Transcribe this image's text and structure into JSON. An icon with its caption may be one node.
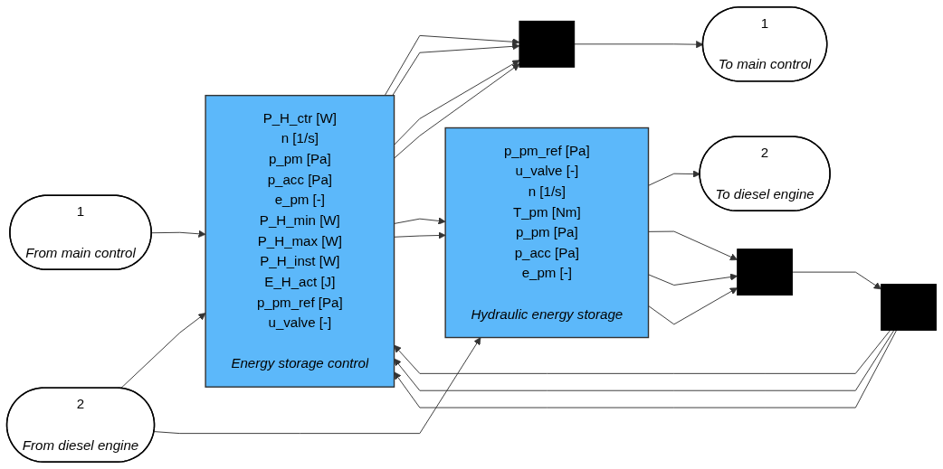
{
  "diagram": {
    "nodes": [
      {
        "text": [
          "1",
          "From main control"
        ]
      },
      {
        "text": [
          "2",
          "From diesel engine"
        ]
      },
      {
        "text": [],
        "shape": "bar"
      },
      {
        "text": [
          "P_H_ctr [W]",
          "n [1/s]",
          "p_pm [Pa]",
          "p_acc [Pa]",
          "e_pm [-]",
          "P_H_min [W]",
          "P_H_max [W]",
          "P_H_inst [W]",
          "E_H_act [J]",
          "p_pm_ref [Pa]",
          "u_valve [-]",
          "Energy storage control"
        ]
      },
      {
        "text": [],
        "shape": "bar"
      },
      {
        "text": [
          "1",
          "To main control"
        ]
      },
      {
        "text": [
          "p_pm_ref [Pa]",
          "u_valve [-]",
          "n [1/s]",
          "T_pm [Nm]",
          "p_pm [Pa]",
          "p_acc [Pa]",
          "e_pm [-]",
          "Hydraulic energy storage"
        ]
      },
      {
        "text": [
          "2",
          "To diesel engine"
        ]
      },
      {
        "text": [],
        "shape": "bar"
      }
    ],
    "edges": [
      {
        "from": 0,
        "to": 3,
        "arrow": "to"
      },
      {
        "from": 1,
        "to": 3,
        "arrow": "to"
      },
      {
        "from": 1,
        "to": 6,
        "arrow": "to"
      },
      {
        "from": 2,
        "to": 3,
        "arrow": "to"
      },
      {
        "from": 2,
        "to": 3,
        "arrow": "to"
      },
      {
        "from": 2,
        "to": 3,
        "arrow": "to"
      },
      {
        "from": 3,
        "to": 4,
        "arrow": "to"
      },
      {
        "from": 3,
        "to": 4,
        "arrow": "to"
      },
      {
        "from": 3,
        "to": 4,
        "arrow": "to"
      },
      {
        "from": 3,
        "to": 4,
        "arrow": "to"
      },
      {
        "from": 4,
        "to": 5,
        "arrow": "to"
      },
      {
        "from": 3,
        "to": 6,
        "arrow": "to"
      },
      {
        "from": 3,
        "to": 6,
        "arrow": "to"
      },
      {
        "from": 6,
        "to": 7,
        "arrow": "to"
      },
      {
        "from": 6,
        "to": 8,
        "arrow": "to"
      },
      {
        "from": 6,
        "to": 8,
        "arrow": "to"
      },
      {
        "from": 6,
        "to": 8,
        "arrow": "to"
      },
      {
        "from": 8,
        "to": 2,
        "arrow": "to"
      }
    ]
  }
}
